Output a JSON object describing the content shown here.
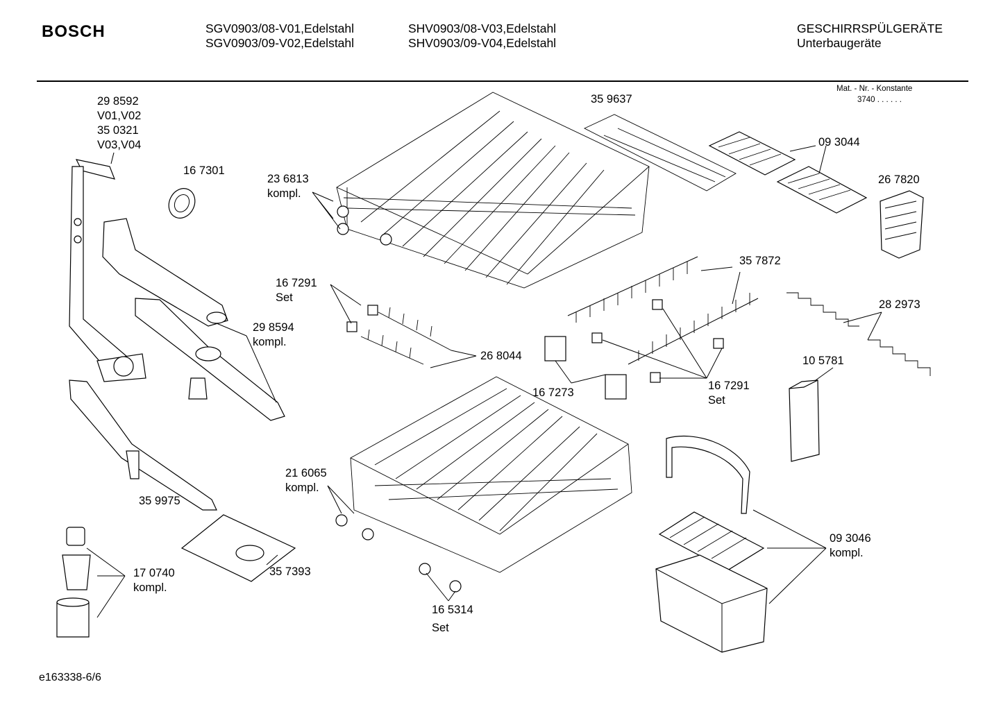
{
  "header": {
    "brand": "BOSCH",
    "models_col1": [
      "SGV0903/08-V01,Edelstahl",
      "SGV0903/09-V02,Edelstahl"
    ],
    "models_col2": [
      "SHV0903/08-V03,Edelstahl",
      "SHV0903/09-V04,Edelstahl"
    ],
    "category": "GESCHIRRSPÜLGERÄTE",
    "subcategory": "Unterbaugeräte",
    "mat_label": "Mat. - Nr. - Konstante",
    "mat_value": "3740 .  .   .  .  .  ."
  },
  "parts": {
    "p298592": {
      "num": "29 8592",
      "v1": "V01,V02",
      "alt": "35 0321",
      "v2": "V03,V04"
    },
    "p167301": {
      "num": "16 7301"
    },
    "p236813": {
      "num": "23 6813",
      "note": "kompl."
    },
    "p359637": {
      "num": "35 9637"
    },
    "p093044": {
      "num": "09 3044"
    },
    "p267820": {
      "num": "26 7820"
    },
    "p357872": {
      "num": "35 7872"
    },
    "p167291a": {
      "num": "16 7291",
      "note": "Set"
    },
    "p298594": {
      "num": "29 8594",
      "note": "kompl."
    },
    "p268044": {
      "num": "26 8044"
    },
    "p282973": {
      "num": "28 2973"
    },
    "p105781": {
      "num": "10 5781"
    },
    "p167273": {
      "num": "16 7273"
    },
    "p167291b": {
      "num": "16 7291",
      "note": "Set"
    },
    "p216065": {
      "num": "21 6065",
      "note": "kompl."
    },
    "p359975": {
      "num": "35 9975"
    },
    "p093046": {
      "num": "09 3046",
      "note": "kompl."
    },
    "p170740": {
      "num": "17 0740",
      "note": "kompl."
    },
    "p357393": {
      "num": "35 7393"
    },
    "p165314": {
      "num": "16 5314",
      "note": "Set"
    }
  },
  "footer": {
    "code": "e163338-6/6"
  }
}
